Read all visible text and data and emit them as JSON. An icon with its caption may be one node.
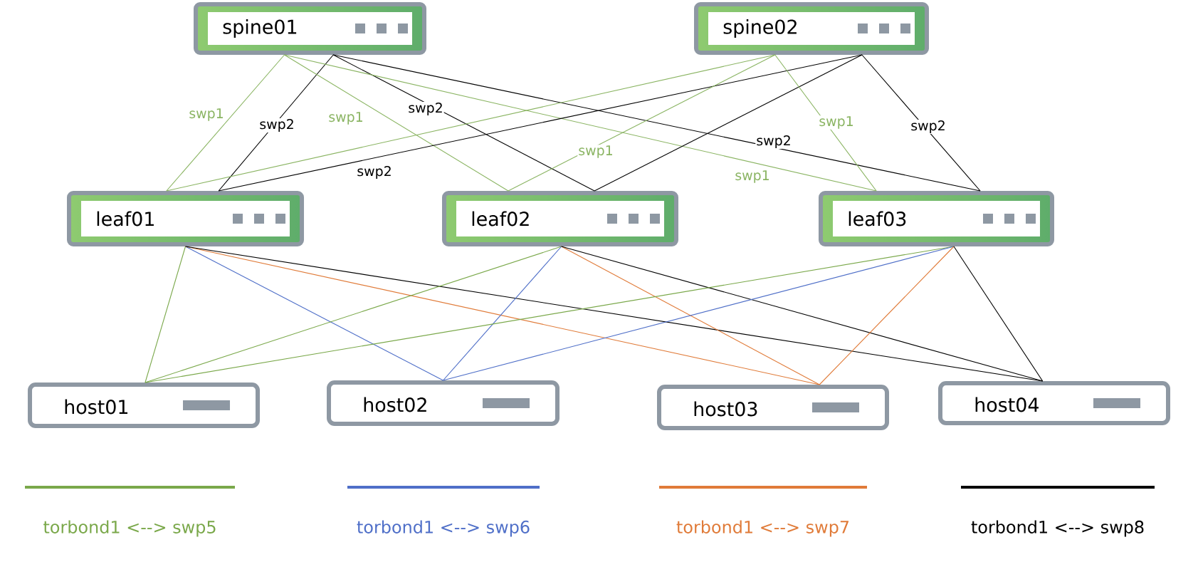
{
  "diagram": {
    "nodes": [
      {
        "text": [
          "spine01"
        ]
      },
      {
        "text": [
          "spine02"
        ]
      },
      {
        "text": [
          "leaf01"
        ]
      },
      {
        "text": [
          "leaf02"
        ]
      },
      {
        "text": [
          "leaf03"
        ]
      },
      {
        "text": [
          "host01"
        ]
      },
      {
        "text": [
          "host02"
        ]
      },
      {
        "text": [
          "host03"
        ]
      },
      {
        "text": [
          "host04"
        ]
      }
    ],
    "edges": [
      {
        "from": 0,
        "to": 2,
        "arrow": "none",
        "color": "#8ab462",
        "label": "swp1"
      },
      {
        "from": 0,
        "to": 2,
        "arrow": "none",
        "color": "#000000",
        "label": "swp2"
      },
      {
        "from": 0,
        "to": 3,
        "arrow": "none",
        "color": "#8ab462",
        "label": "swp1"
      },
      {
        "from": 0,
        "to": 3,
        "arrow": "none",
        "color": "#000000",
        "label": "swp2"
      },
      {
        "from": 0,
        "to": 4,
        "arrow": "none",
        "color": "#8ab462",
        "label": "swp1"
      },
      {
        "from": 0,
        "to": 4,
        "arrow": "none",
        "color": "#000000",
        "label": "swp2"
      },
      {
        "from": 1,
        "to": 2,
        "arrow": "none",
        "color": "#8ab462"
      },
      {
        "from": 1,
        "to": 2,
        "arrow": "none",
        "color": "#000000",
        "label": "swp2"
      },
      {
        "from": 1,
        "to": 3,
        "arrow": "none",
        "color": "#8ab462",
        "label": "swp1"
      },
      {
        "from": 1,
        "to": 3,
        "arrow": "none",
        "color": "#000000"
      },
      {
        "from": 1,
        "to": 4,
        "arrow": "none",
        "color": "#8ab462",
        "label": "swp1"
      },
      {
        "from": 1,
        "to": 4,
        "arrow": "none",
        "color": "#000000",
        "label": "swp2"
      },
      {
        "from": 2,
        "to": 5,
        "arrow": "none",
        "color": "#7aa84a"
      },
      {
        "from": 2,
        "to": 6,
        "arrow": "none",
        "color": "#4f6fc8"
      },
      {
        "from": 2,
        "to": 7,
        "arrow": "none",
        "color": "#e07b39"
      },
      {
        "from": 2,
        "to": 8,
        "arrow": "none",
        "color": "#000000"
      },
      {
        "from": 3,
        "to": 5,
        "arrow": "none",
        "color": "#7aa84a"
      },
      {
        "from": 3,
        "to": 6,
        "arrow": "none",
        "color": "#4f6fc8"
      },
      {
        "from": 3,
        "to": 7,
        "arrow": "none",
        "color": "#e07b39"
      },
      {
        "from": 3,
        "to": 8,
        "arrow": "none",
        "color": "#000000"
      },
      {
        "from": 4,
        "to": 5,
        "arrow": "none",
        "color": "#7aa84a"
      },
      {
        "from": 4,
        "to": 6,
        "arrow": "none",
        "color": "#4f6fc8"
      },
      {
        "from": 4,
        "to": 7,
        "arrow": "none",
        "color": "#e07b39"
      },
      {
        "from": 4,
        "to": 8,
        "arrow": "none",
        "color": "#000000"
      }
    ],
    "legend": [
      {
        "text": "torbond1 <--> swp5",
        "color": "#7aa84a"
      },
      {
        "text": "torbond1 <--> swp6",
        "color": "#4f6fc8"
      },
      {
        "text": "torbond1 <--> swp7",
        "color": "#e07b39"
      },
      {
        "text": "torbond1 <--> swp8",
        "color": "#000000"
      }
    ]
  }
}
